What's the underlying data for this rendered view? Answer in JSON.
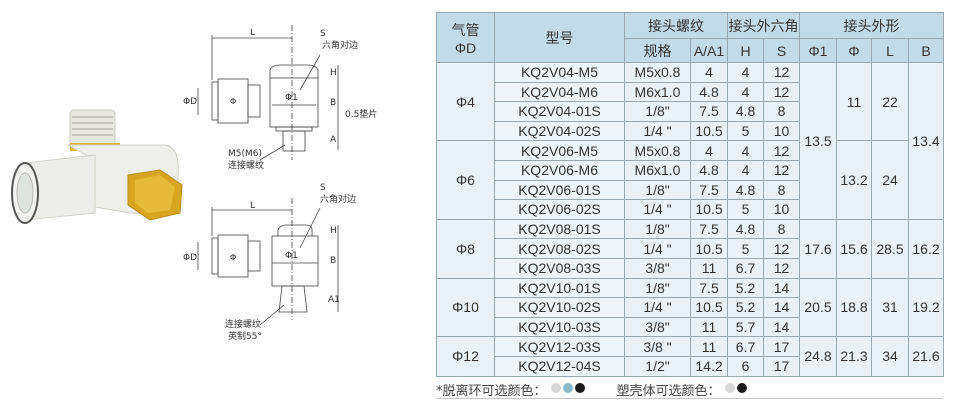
{
  "drawings": {
    "top": {
      "L": "L",
      "S": "S",
      "hex_label": "六角对边",
      "H": "H",
      "B": "B",
      "A": "A",
      "D": "ΦD",
      "phi1": "Φ1",
      "phi": "Φ",
      "washer": "0.5垫片",
      "thread_line1": "M5(M6)",
      "thread_line2": "连接螺纹"
    },
    "bottom": {
      "L": "L",
      "S": "S",
      "hex_label": "六角对边",
      "H": "H",
      "B": "B",
      "A": "A1",
      "D": "ΦD",
      "phi1": "Φ1",
      "phi": "Φ",
      "thread_line1": "连接螺纹",
      "thread_line2": "英制55°"
    }
  },
  "table": {
    "headers": {
      "tube": "气管",
      "tube_sub": "ΦD",
      "model": "型号",
      "thread": "接头螺纹",
      "hex": "接头外六角",
      "shape": "接头外形",
      "spec": "规格",
      "a": "A/A1",
      "h": "H",
      "s": "S",
      "phi1": "Φ1",
      "phi": "Φ",
      "l": "L",
      "b": "B"
    },
    "rows": [
      {
        "tube": "Φ4",
        "tube_span": 4,
        "model": "KQ2V04-M5",
        "spec": "M5x0.8",
        "a": "4",
        "h": "4",
        "s": "12",
        "phi1": "13.5",
        "phi1_span": 8,
        "phi": "11",
        "phi_span": 4,
        "l": "22",
        "l_span": 4,
        "b": "13.4",
        "b_span": 8
      },
      {
        "model": "KQ2V04-M6",
        "spec": "M6x1.0",
        "a": "4.8",
        "h": "4",
        "s": "12"
      },
      {
        "model": "KQ2V04-01S",
        "spec": "1/8\"",
        "a": "7.5",
        "h": "4.8",
        "s": "8"
      },
      {
        "model": "KQ2V04-02S",
        "spec": "1/4 \"",
        "a": "10.5",
        "h": "5",
        "s": "10"
      },
      {
        "tube": "Φ6",
        "tube_span": 4,
        "model": "KQ2V06-M5",
        "spec": "M5x0.8",
        "a": "4",
        "h": "4",
        "s": "12",
        "phi": "13.2",
        "phi_span": 4,
        "l": "24",
        "l_span": 4
      },
      {
        "model": "KQ2V06-M6",
        "spec": "M6x1.0",
        "a": "4.8",
        "h": "4",
        "s": "12"
      },
      {
        "model": "KQ2V06-01S",
        "spec": "1/8\"",
        "a": "7.5",
        "h": "4.8",
        "s": "8"
      },
      {
        "model": "KQ2V06-02S",
        "spec": "1/4 \"",
        "a": "10.5",
        "h": "5",
        "s": "10"
      },
      {
        "tube": "Φ8",
        "tube_span": 3,
        "model": "KQ2V08-01S",
        "spec": "1/8\"",
        "a": "7.5",
        "h": "4.8",
        "s": "8",
        "phi1": "17.6",
        "phi1_span": 3,
        "phi": "15.6",
        "phi_span": 3,
        "l": "28.5",
        "l_span": 3,
        "b": "16.2",
        "b_span": 3
      },
      {
        "model": "KQ2V08-02S",
        "spec": "1/4 \"",
        "a": "10.5",
        "h": "5",
        "s": "12"
      },
      {
        "model": "KQ2V08-03S",
        "spec": "3/8\"",
        "a": "11",
        "h": "6.7",
        "s": "12"
      },
      {
        "tube": "Φ10",
        "tube_span": 3,
        "model": "KQ2V10-01S",
        "spec": "1/8\"",
        "a": "7.5",
        "h": "5.2",
        "s": "14",
        "phi1": "20.5",
        "phi1_span": 3,
        "phi": "18.8",
        "phi_span": 3,
        "l": "31",
        "l_span": 3,
        "b": "19.2",
        "b_span": 3
      },
      {
        "model": "KQ2V10-02S",
        "spec": "1/4 \"",
        "a": "10.5",
        "h": "5.2",
        "s": "14"
      },
      {
        "model": "KQ2V10-03S",
        "spec": "3/8\"",
        "a": "11",
        "h": "5.7",
        "s": "14"
      },
      {
        "tube": "Φ12",
        "tube_span": 2,
        "model": "KQ2V12-03S",
        "spec": "3/8 \"",
        "a": "11",
        "h": "6.7",
        "s": "17",
        "phi1": "24.8",
        "phi1_span": 2,
        "phi": "21.3",
        "phi_span": 2,
        "l": "34",
        "l_span": 2,
        "b": "21.6",
        "b_span": 2
      },
      {
        "model": "KQ2V12-04S",
        "spec": "1/2\"",
        "a": "14.2",
        "h": "6",
        "s": "17"
      }
    ]
  },
  "note": {
    "ring_label": "*脱离环可选颜色：",
    "ring_colors": [
      "#d8d8d8",
      "#8fb8cc",
      "#1a1a1a"
    ],
    "body_label": "塑壳体可选颜色：",
    "body_colors": [
      "#d8d8d8",
      "#1a1a1a"
    ]
  }
}
